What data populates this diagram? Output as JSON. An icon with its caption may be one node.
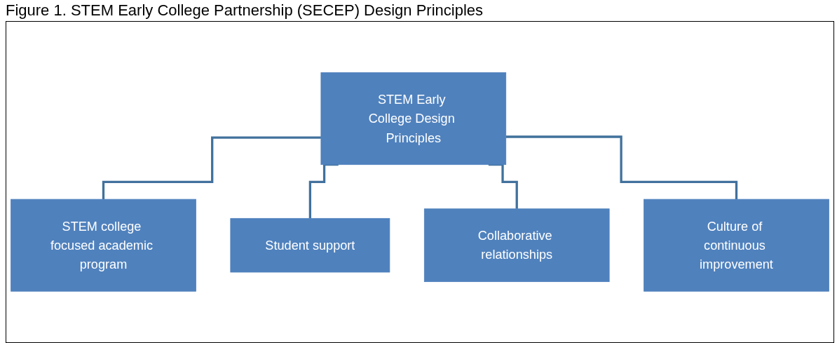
{
  "diagram": {
    "title": "Figure 1. STEM Early College Partnership (SECEP) Design Principles",
    "nodes": [
      {
        "text": [
          "STEM Early College Design Principles"
        ]
      },
      {
        "text": [
          "STEM college focused academic program"
        ]
      },
      {
        "text": [
          "Student support"
        ]
      },
      {
        "text": [
          "Collaborative relationships"
        ]
      },
      {
        "text": [
          "Culture of continuous improvement"
        ]
      }
    ],
    "edges": [
      {
        "from": 0,
        "to": 1,
        "arrow": "none"
      },
      {
        "from": 0,
        "to": 2,
        "arrow": "none"
      },
      {
        "from": 0,
        "to": 3,
        "arrow": "none"
      },
      {
        "from": 0,
        "to": 4,
        "arrow": "none"
      }
    ]
  }
}
